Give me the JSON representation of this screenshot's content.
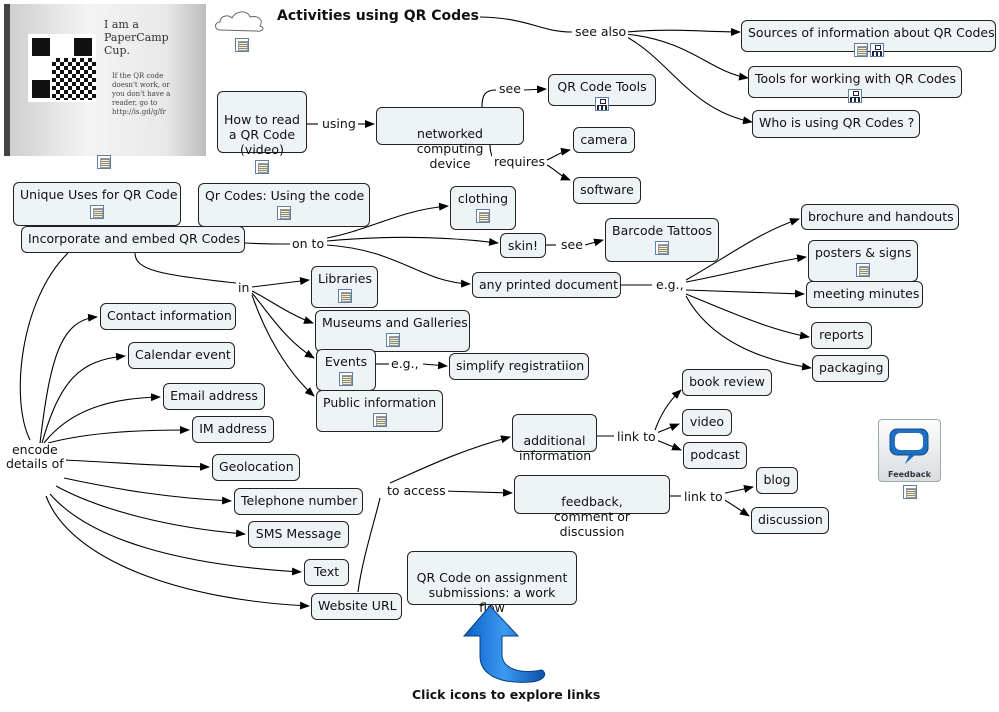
{
  "title": "Activities using QR Codes",
  "caption": "Click icons to explore links",
  "photo": {
    "cup_text": "I am a\nPaperCamp\nCup.",
    "cup_small": "If the QR code\ndoesn't work, or\nyou don't have a\nreader, go to\nhttp://is.gd/g/fr"
  },
  "feedback_label": "Feedback",
  "nodes": {
    "sources": "Sources of information about QR Codes",
    "tools_working": "Tools for working with QR Codes",
    "who_using": "Who is using QR Codes ?",
    "how_to_read": "How to read\na QR Code\n(video)",
    "networked": "networked computing\ndevice",
    "qr_tools": "QR Code Tools",
    "camera": "camera",
    "software": "software",
    "unique_uses": "Unique Uses for QR Code",
    "qr_using": "Qr Codes: Using the code",
    "clothing": "clothing",
    "skin": "skin!",
    "barcode_tattoos": "Barcode Tattoos",
    "brochure": "brochure and handouts",
    "posters": "posters & signs",
    "meeting_minutes": "meeting minutes",
    "reports": "reports",
    "packaging": "packaging",
    "incorporate": "Incorporate and embed QR Codes",
    "printed_doc": "any printed document",
    "libraries": "Libraries",
    "museums": "Museums and Galleries",
    "events": "Events",
    "simplify": "simplify registratiion",
    "public_info": "Public information",
    "contact": "Contact information",
    "calendar": "Calendar event",
    "email": "Email address",
    "im": "IM address",
    "geolocation": "Geolocation",
    "telephone": "Telephone number",
    "sms": "SMS Message",
    "text": "Text",
    "website": "Website URL",
    "book_review": "book review",
    "additional": "additional\ninformation",
    "video": "video",
    "podcast": "podcast",
    "feedback_disc": "feedback,\ncomment or discussion",
    "blog": "blog",
    "discussion": "discussion",
    "assignment": "QR Code on assignment\nsubmissions: a work flow"
  },
  "labels": {
    "see_also": "see also",
    "using": "using",
    "see_tools": "see",
    "requires": "requires",
    "on_to": "on to",
    "see_tattoo": "see",
    "eg_print": "e.g.,",
    "in": "in",
    "eg_events": "e.g.,",
    "encode": "encode\ndetails of",
    "to_access": "to access",
    "link_to_1": "link to",
    "link_to_2": "link to"
  }
}
